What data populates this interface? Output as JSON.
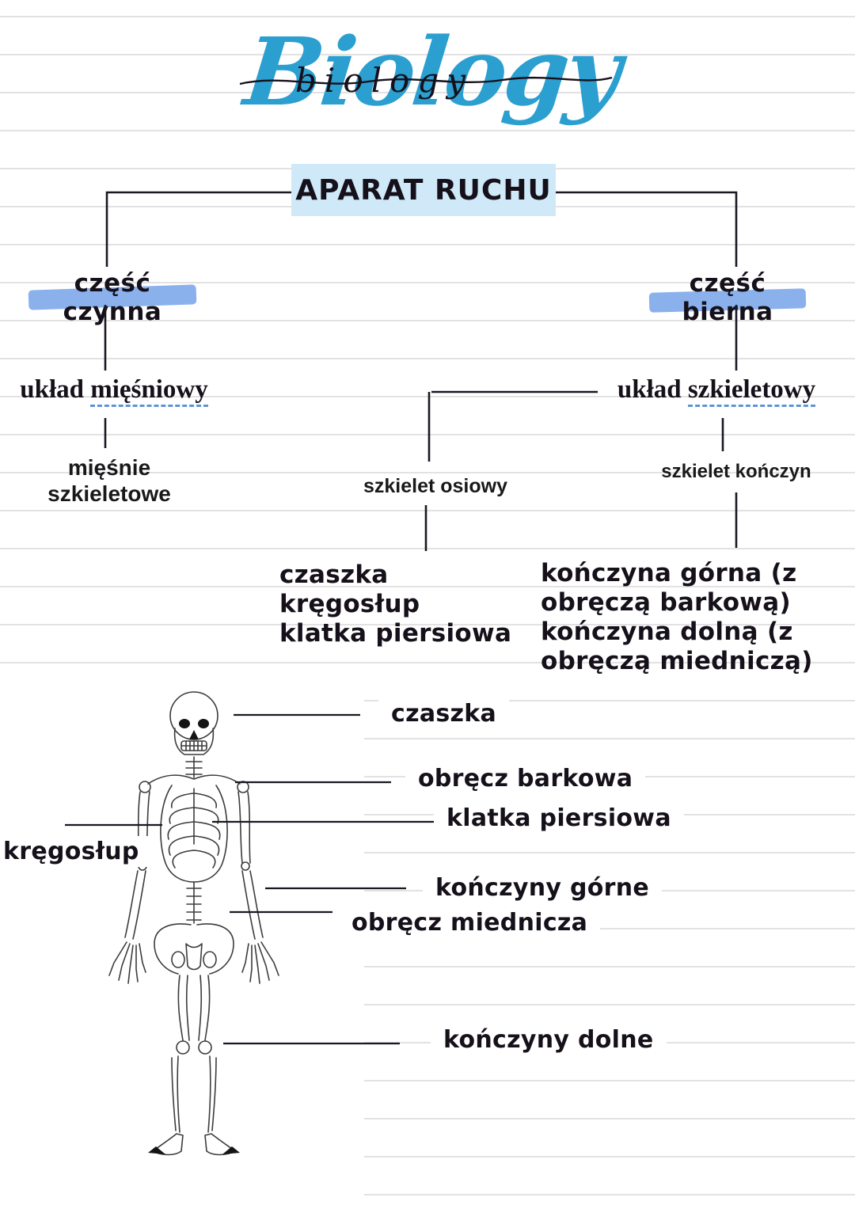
{
  "header": {
    "title": "Biology",
    "title_overlay": "biology"
  },
  "tree": {
    "root_label": "APARAT RUCHU",
    "left": {
      "branch_label": "część czynna",
      "system_word1": "układ",
      "system_word2": "mięśniowy",
      "leaf_line1": "mięśnie",
      "leaf_line2": "szkieletowe"
    },
    "right": {
      "branch_label": "część bierna",
      "system_word1": "układ",
      "system_word2": "szkieletowy",
      "axial_label": "szkielet osiowy",
      "limb_label": "szkielet kończyn",
      "axial_items": [
        "czaszka",
        "kręgosłup",
        "klatka piersiowa"
      ],
      "limb_items": [
        "kończyna górna (z",
        "obręczą barkową)",
        "kończyna dolną (z",
        "obręczą miedniczą)"
      ]
    }
  },
  "figure": {
    "labels": {
      "skull": "czaszka",
      "shoulder_girdle": "obręcz barkowa",
      "rib_cage": "klatka piersiowa",
      "spine": "kręgosłup",
      "upper_limbs": "kończyny górne",
      "pelvic_girdle": "obręcz miednicza",
      "lower_limbs": "kończyny dolne"
    }
  },
  "colors": {
    "title_blue": "#2b9fd0",
    "root_box_bg": "#cfe9f9",
    "highlight": "#7ba6ea",
    "underline": "#5e93d8",
    "ink": "#1c1722",
    "ruled_line": "#e2e2e2"
  }
}
